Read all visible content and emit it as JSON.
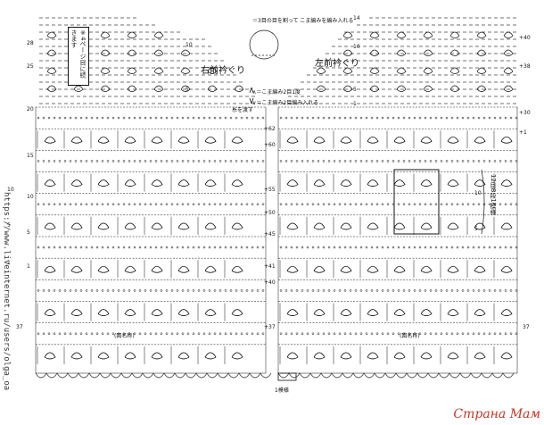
{
  "labels": {
    "right_front_neck": "右前衿ぐり",
    "left_front_neck": "左前衿ぐり",
    "see_page_note": "※4ページ目に続きます",
    "pattern_repeat": "12目8段1模様",
    "one_pattern": "1模様",
    "url_vertical": "https://www.liveinternet.ru/users/olga_oa",
    "legend_1": "＝3目の目を割って こま編みを編み入れる",
    "legend_2": "∧＝こま編み2目1度",
    "legend_3": "∨＝こま編み2目編み入れる",
    "yarn_cut": "糸を渡す",
    "round_note_left": "(図名称)",
    "round_note_right": "(図名称)",
    "watermark": "Страна Мам"
  },
  "rows": {
    "left_numbers": [
      "28",
      "25",
      "20",
      "15",
      "10",
      "5",
      "1"
    ],
    "middle_left_numbers": [
      "14",
      "10",
      "5",
      "1"
    ],
    "right_numbers_top": [
      "10",
      "5"
    ],
    "mid_row_marks": [
      "+62",
      "+60",
      "+55",
      "+50",
      "+45",
      "+41",
      "+40",
      "+37"
    ],
    "right_mid_numbers": [
      "+40",
      "+38",
      "+30",
      "+1"
    ],
    "left_side_numbers": [
      "10",
      "5",
      "1"
    ],
    "right_side_numbers": [
      "10",
      "5"
    ],
    "bottom_numbers_left": [
      "37"
    ],
    "bottom_numbers_right": [
      "37"
    ]
  },
  "colors": {
    "ink": "#111111",
    "watermark": "#c0392b"
  }
}
